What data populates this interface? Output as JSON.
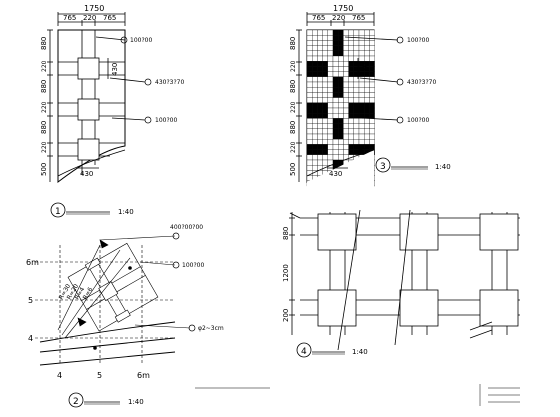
{
  "detail1": {
    "dims_top": [
      "1750",
      "765",
      "220",
      "765"
    ],
    "dims_left": [
      "880",
      "220",
      "880",
      "220",
      "880",
      "220",
      "500"
    ],
    "dim_right": "430",
    "dim_bottom": "430",
    "callouts": [
      "100?00",
      "430?3?70",
      "100?00"
    ],
    "title_number": "1",
    "title_scale": "1:40"
  },
  "detail2": {
    "grid_labels_y": [
      "6m",
      "5",
      "4"
    ],
    "grid_labels_x": [
      "4",
      "5",
      "6m"
    ],
    "radii": [
      "R=30",
      "R=20",
      "R=4",
      "R=6"
    ],
    "callouts": [
      "400?00?00",
      "100?00",
      "φ2~3cm"
    ],
    "title_number": "2",
    "title_scale": "1:40"
  },
  "detail3": {
    "dims_top": [
      "1750",
      "765",
      "220",
      "765"
    ],
    "dims_left": [
      "880",
      "220",
      "880",
      "220",
      "880",
      "220",
      "500"
    ],
    "dim_right": "430",
    "dim_bottom": "430",
    "callouts": [
      "100?00",
      "430?3?70",
      "100?00"
    ],
    "title_number": "3",
    "title_scale": "1:40"
  },
  "detail4": {
    "dims_left": [
      "880",
      "1200",
      "200"
    ],
    "title_number": "4",
    "title_scale": "1:40"
  }
}
